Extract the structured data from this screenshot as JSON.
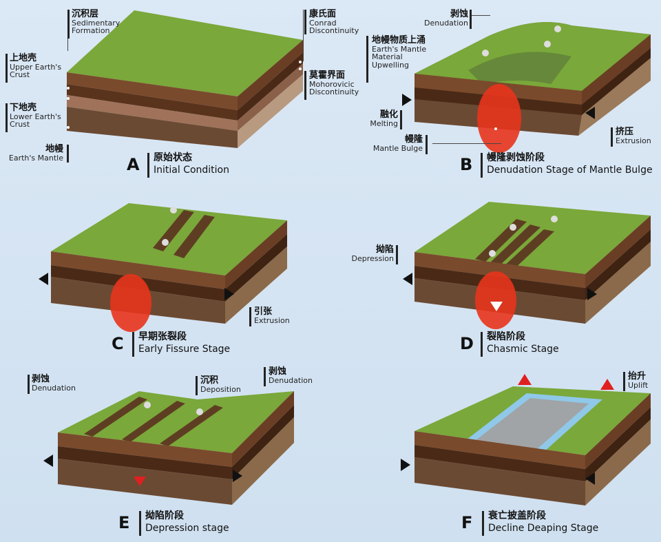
{
  "panels": {
    "a": {
      "letter": "A",
      "title_zh": "原始状态",
      "title_en": "Initial Condition",
      "labels": {
        "sedimentary": {
          "zh": "沉积层",
          "en1": "Sedimentary",
          "en2": "Formation"
        },
        "upper_crust": {
          "zh": "上地壳",
          "en1": "Upper Earth's",
          "en2": "Crust"
        },
        "lower_crust": {
          "zh": "下地壳",
          "en1": "Lower Earth's",
          "en2": "Crust"
        },
        "mantle": {
          "zh": "地幔",
          "en1": "Earth's Mantle"
        },
        "conrad": {
          "zh": "康氏面",
          "en1": "Conrad",
          "en2": "Discontinuity"
        },
        "moho": {
          "zh": "莫霍界面",
          "en1": "Mohorovicic",
          "en2": "Discontinuity"
        }
      }
    },
    "b": {
      "letter": "B",
      "title_zh": "幔隆剥蚀阶段",
      "title_en": "Denudation Stage of Mantle Bulge",
      "labels": {
        "denudation": {
          "zh": "剥蚀",
          "en1": "Denudation"
        },
        "upwelling": {
          "zh": "地幔物质上涌",
          "en1": "Earth's Mantle",
          "en2": "Material",
          "en3": "Upwelling"
        },
        "melting": {
          "zh": "融化",
          "en1": "Melting"
        },
        "bulge": {
          "zh": "幔隆",
          "en1": "Mantle Bulge"
        },
        "extrusion": {
          "zh": "挤压",
          "en1": "Extrusion"
        }
      }
    },
    "c": {
      "letter": "C",
      "title_zh": "早期张裂段",
      "title_en": "Early Fissure Stage",
      "labels": {
        "extrusion": {
          "zh": "引张",
          "en1": "Extrusion"
        }
      }
    },
    "d": {
      "letter": "D",
      "title_zh": "裂陷阶段",
      "title_en": "Chasmic Stage",
      "labels": {
        "depression": {
          "zh": "拗陷",
          "en1": "Depression"
        }
      }
    },
    "e": {
      "letter": "E",
      "title_zh": "拗陷阶段",
      "title_en": "Depression stage",
      "labels": {
        "denudation_left": {
          "zh": "剥蚀",
          "en1": "Denudation"
        },
        "deposition": {
          "zh": "沉积",
          "en1": "Deposition"
        },
        "denudation_right": {
          "zh": "剥蚀",
          "en1": "Denudation"
        }
      }
    },
    "f": {
      "letter": "F",
      "title_zh": "衰亡披盖阶段",
      "title_en": "Decline Deaping Stage",
      "labels": {
        "uplift": {
          "zh": "抬升",
          "en1": "Uplift"
        }
      }
    }
  },
  "colors": {
    "grass": "#7aa83a",
    "grass_dark": "#5e8a2a",
    "layer1": "#7a4a2c",
    "layer2": "#5a331c",
    "layer3": "#8a5a3c",
    "layer4": "#6b4a33",
    "mantle": "#9a8a6a",
    "magma": "#e8341c",
    "water": "#8fc8e8"
  }
}
